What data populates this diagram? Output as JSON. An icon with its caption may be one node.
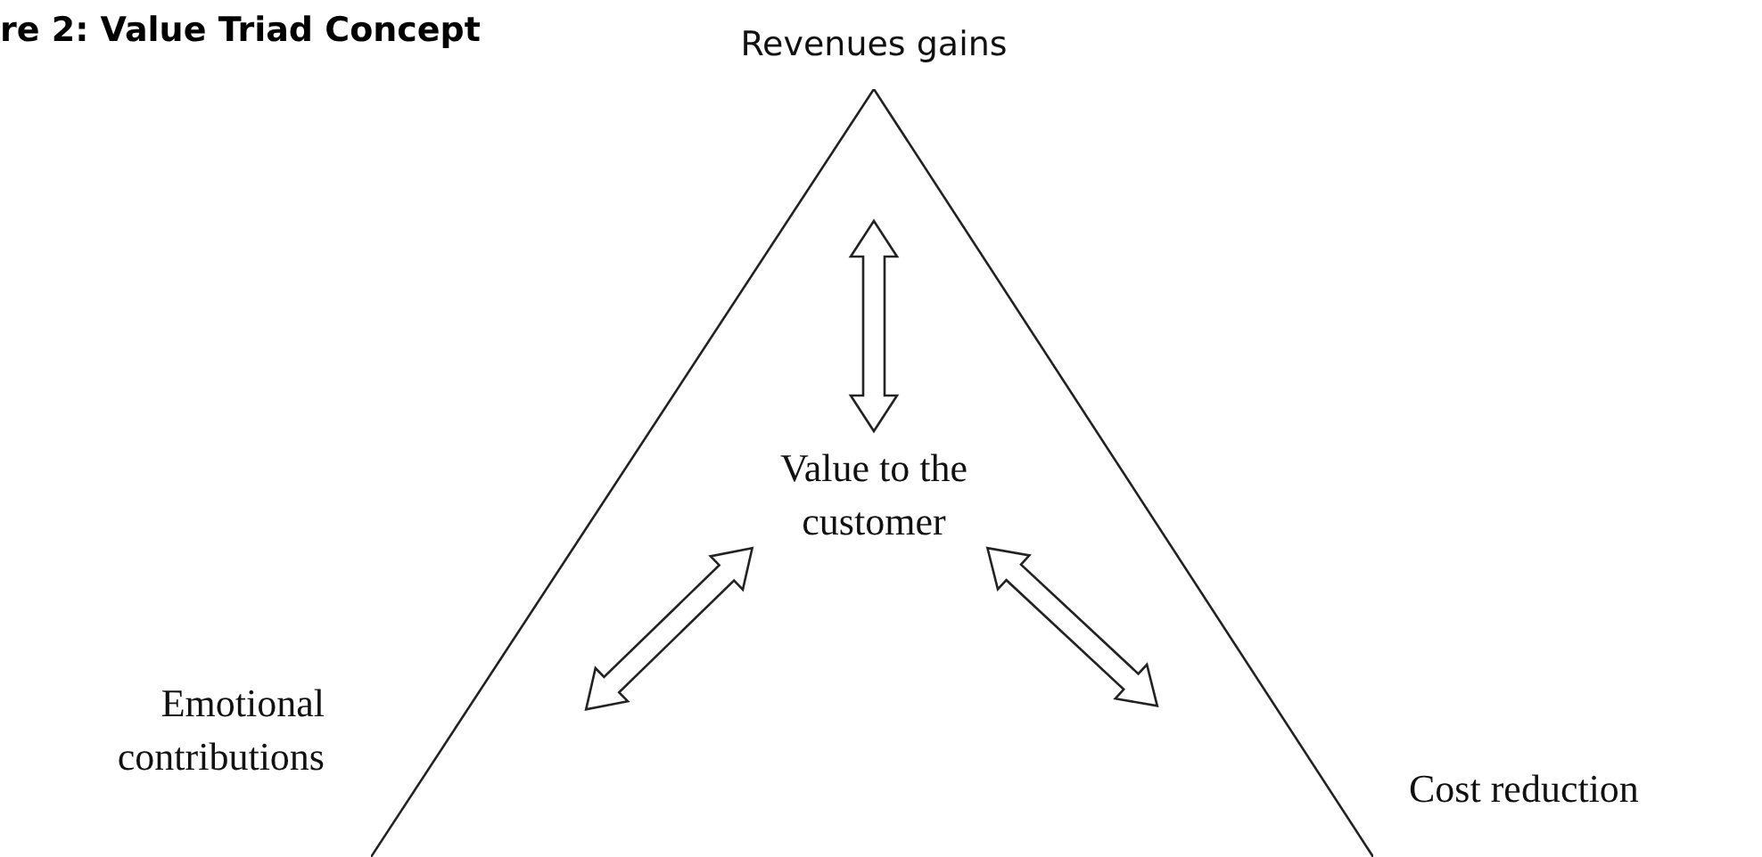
{
  "diagram": {
    "title": "re 2: Value Triad Concept",
    "nodes": [
      {
        "text": [],
        "shape": "triangle"
      },
      {
        "text": [
          "Value to the customer"
        ],
        "in": 0
      },
      {
        "text": [
          "Revenues gains"
        ]
      },
      {
        "text": [
          "Emotional contributions"
        ]
      },
      {
        "text": [
          "Cost reduction"
        ]
      }
    ],
    "edges": [
      {
        "from": 1,
        "to": null,
        "arrow": "both"
      },
      {
        "from": 1,
        "to": null,
        "arrow": "both"
      },
      {
        "from": 1,
        "to": null,
        "arrow": "both"
      }
    ]
  }
}
